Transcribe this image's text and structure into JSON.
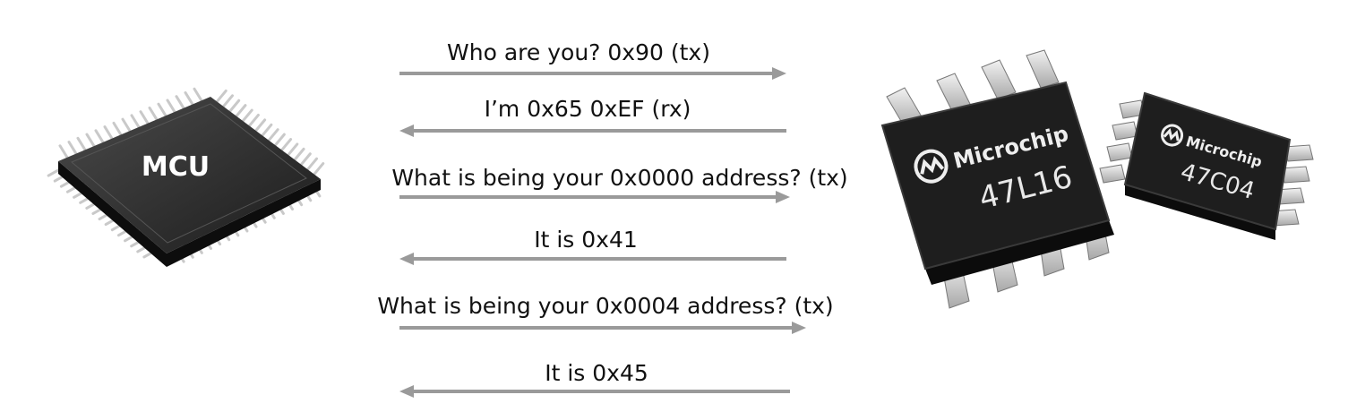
{
  "mcu": {
    "label": "MCU"
  },
  "chips": {
    "large": {
      "brand": "Microchip",
      "part": "47L16"
    },
    "small": {
      "brand": "Microchip",
      "part": "47C04"
    }
  },
  "messages": [
    {
      "text": "Who are you? 0x90 (tx)",
      "direction": "right"
    },
    {
      "text": "I’m 0x65 0xEF (rx)",
      "direction": "left"
    },
    {
      "text": "What is being your 0x0000 address? (tx)",
      "direction": "right"
    },
    {
      "text": "It is 0x41",
      "direction": "left"
    },
    {
      "text": "What is being your 0x0004 address? (tx)",
      "direction": "right"
    },
    {
      "text": "It is 0x45",
      "direction": "left"
    }
  ],
  "colors": {
    "arrow": "#9a9a9a",
    "chip_body": "#1e1e1e",
    "pin": "#d8d8d8"
  }
}
